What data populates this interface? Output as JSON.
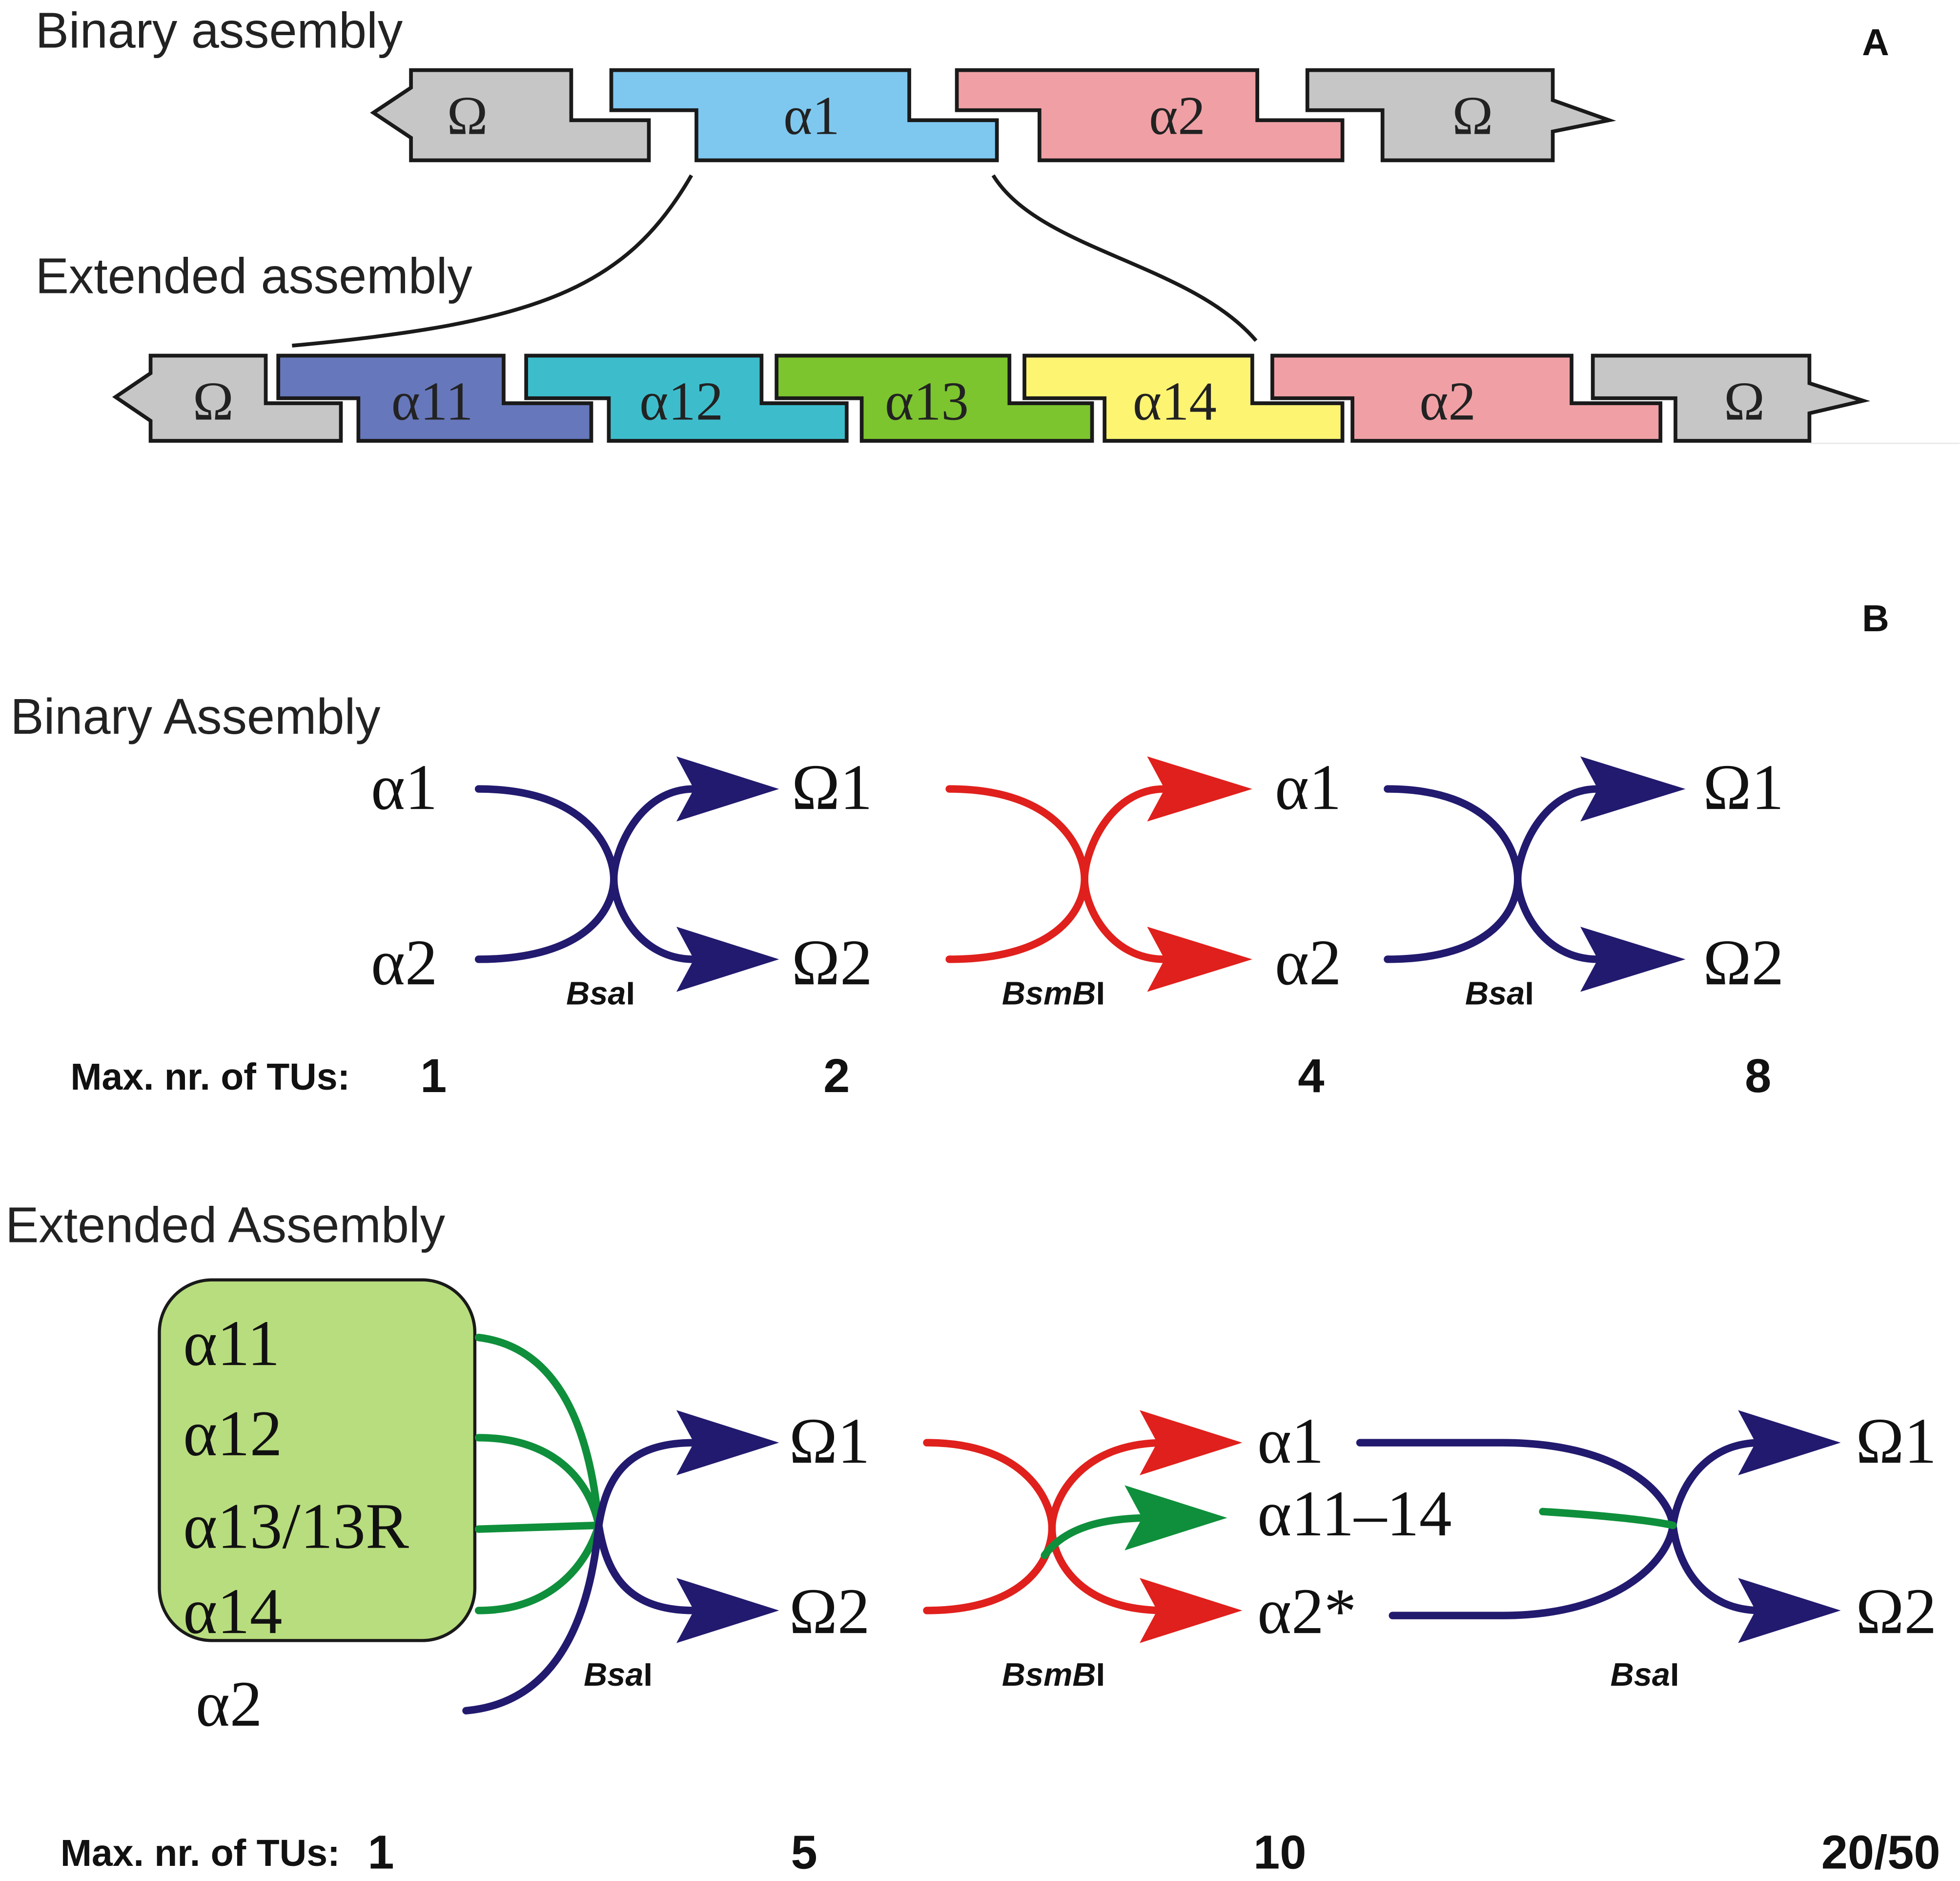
{
  "panel_a": {
    "panel_label": "A",
    "binary_title": "Binary assembly",
    "extended_title": "Extended assembly",
    "binary_parts": [
      {
        "label": "Ω",
        "color": "#c6c6c6"
      },
      {
        "label": "α1",
        "color": "#7ec8f0"
      },
      {
        "label": "α2",
        "color": "#f0a0a5"
      },
      {
        "label": "Ω",
        "color": "#c6c6c6"
      }
    ],
    "extended_parts": [
      {
        "label": "Ω",
        "color": "#c6c6c6"
      },
      {
        "label": "α11",
        "color": "#6677bb"
      },
      {
        "label": "α12",
        "color": "#3dbdcc"
      },
      {
        "label": "α13",
        "color": "#7cc52e"
      },
      {
        "label": "α14",
        "color": "#fdf471"
      },
      {
        "label": "α2",
        "color": "#f0a0a5"
      },
      {
        "label": "Ω",
        "color": "#c6c6c6"
      }
    ]
  },
  "panel_b": {
    "panel_label": "B",
    "binary": {
      "title": "Binary Assembly",
      "col1": {
        "top": "α1",
        "bottom": "α2"
      },
      "col2": {
        "top": "Ω1",
        "bottom": "Ω2"
      },
      "col3": {
        "top": "α1",
        "bottom": "α2"
      },
      "col4": {
        "top": "Ω1",
        "bottom": "Ω2"
      },
      "enzyme1": {
        "italic": "Bsa",
        "roman": "I"
      },
      "enzyme2": {
        "italic": "BsmB",
        "roman": "I"
      },
      "enzyme3": {
        "italic": "Bsa",
        "roman": "I"
      },
      "max_label": "Max. nr. of TUs:",
      "max_values": [
        "1",
        "2",
        "4",
        "8"
      ]
    },
    "extended": {
      "title": "Extended Assembly",
      "box_items": [
        "α11",
        "α12",
        "α13/13R",
        "α14"
      ],
      "below_box": "α2",
      "col2": {
        "top": "Ω1",
        "bottom": "Ω2"
      },
      "col3": {
        "top": "α1",
        "middle": "α11–14",
        "bottom": "α2*"
      },
      "col4": {
        "top": "Ω1",
        "bottom": "Ω2"
      },
      "enzyme1": {
        "italic": "Bsa",
        "roman": "I"
      },
      "enzyme2": {
        "italic": "BsmB",
        "roman": "I"
      },
      "enzyme3": {
        "italic": "Bsa",
        "roman": "I"
      },
      "max_label": "Max. nr. of TUs:",
      "max_values": [
        "1",
        "5",
        "10",
        "20/50"
      ]
    },
    "colors": {
      "bsai": "#221a6e",
      "bsmbi": "#e0201c",
      "extended_path": "#0f8f3b",
      "box_fill": "#b8dd7e"
    }
  }
}
